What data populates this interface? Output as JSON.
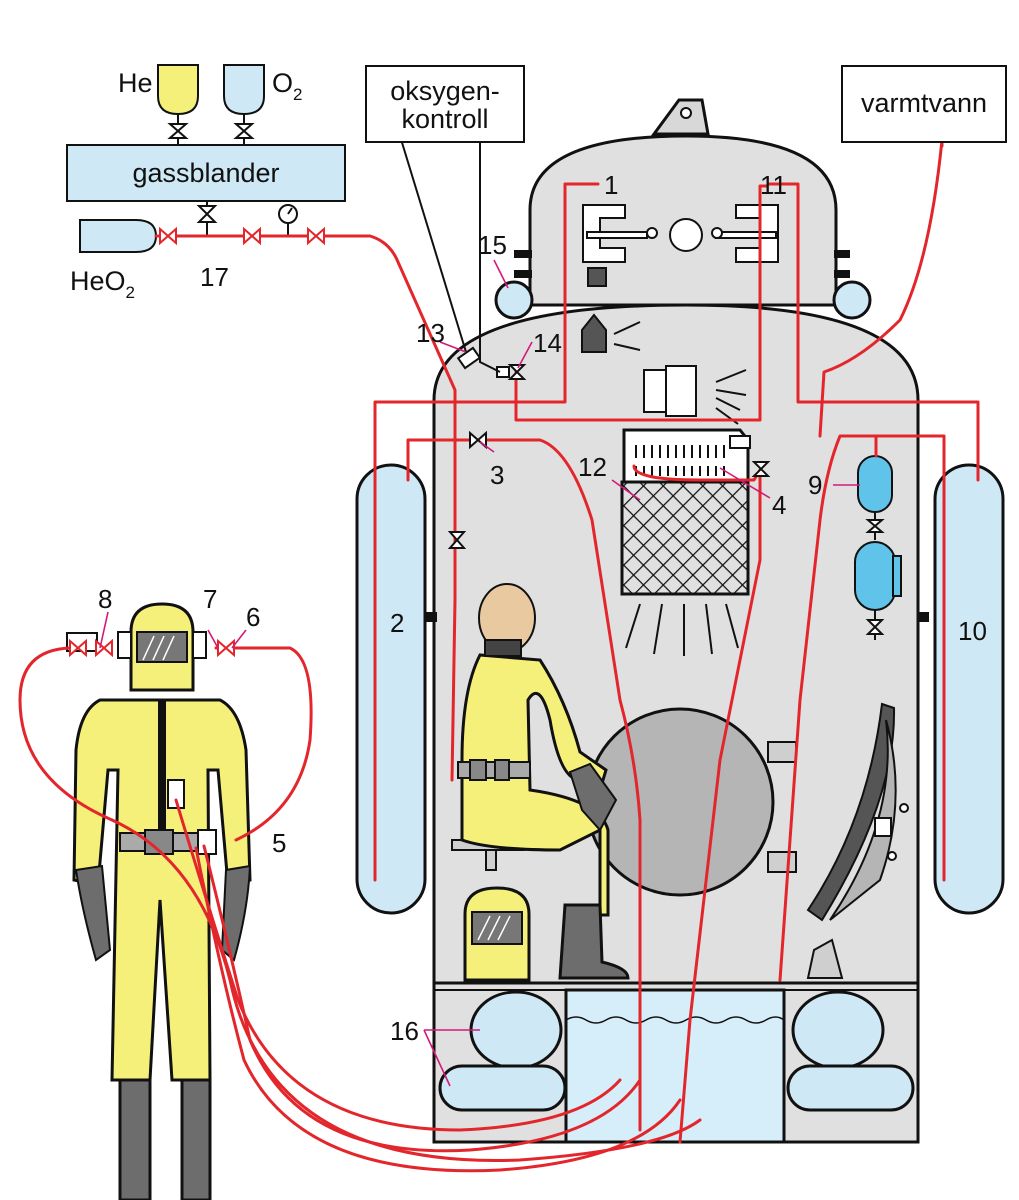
{
  "labels": {
    "he": "He",
    "o2_base": "O",
    "o2_sub": "2",
    "heo2_base": "HeO",
    "heo2_sub": "2",
    "gas_mixer": "gassblander",
    "oxygen_control_line1": "oksygen-",
    "oxygen_control_line2": "kontroll",
    "hot_water": "varmtvann"
  },
  "numbers": {
    "n1": "1",
    "n2": "2",
    "n3": "3",
    "n4": "4",
    "n5": "5",
    "n6": "6",
    "n7": "7",
    "n8": "8",
    "n9": "9",
    "n10": "10",
    "n11": "11",
    "n12": "12",
    "n13": "13",
    "n14": "14",
    "n15": "15",
    "n16": "16",
    "n17": "17"
  },
  "colors": {
    "pipe": "#e3262c",
    "tank_blue": "#cfe8f5",
    "bright_blue": "#5fc3ea",
    "chamber_gray": "#e0e0e0",
    "suit_yellow": "#f5f07a",
    "boot_gray": "#6d6d6d",
    "leader_magenta": "#d4197a"
  }
}
